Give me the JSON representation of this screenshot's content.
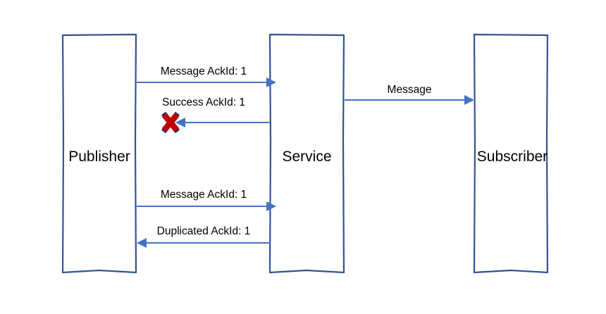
{
  "diagram": {
    "kind": "sequence-diagram",
    "background_color": "#FFFFFF",
    "box_border_color": "#2E5496",
    "arrow_color": "#4472C4",
    "marker_fill_color": "#C00000",
    "marker_outline_color": "#1F3864",
    "lifelines": [
      {
        "id": "publisher",
        "label": "Publisher"
      },
      {
        "id": "service",
        "label": "Service"
      },
      {
        "id": "subscriber",
        "label": "Subscriber"
      }
    ],
    "messages": [
      {
        "id": "msg-1",
        "label": "Message AckId: 1",
        "from": "publisher",
        "to": "service",
        "direction": "right"
      },
      {
        "id": "msg-2",
        "label": "Success AckId: 1",
        "from": "service",
        "to": "publisher",
        "direction": "left",
        "failed": true
      },
      {
        "id": "msg-3",
        "label": "Message",
        "from": "service",
        "to": "subscriber",
        "direction": "right"
      },
      {
        "id": "msg-4",
        "label": "Message AckId: 1",
        "from": "publisher",
        "to": "service",
        "direction": "right"
      },
      {
        "id": "msg-5",
        "label": "Duplicated AckId: 1",
        "from": "service",
        "to": "publisher",
        "direction": "left"
      }
    ],
    "markers": [
      {
        "id": "failure-x",
        "glyph": "x-mark",
        "on_message": "msg-2"
      }
    ]
  }
}
